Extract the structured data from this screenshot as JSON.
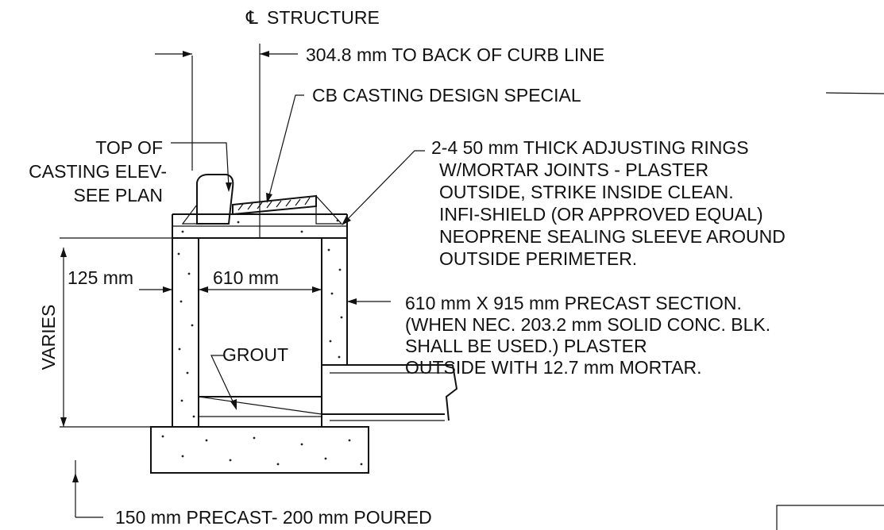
{
  "labels": {
    "structure_cl_symbol": "℄",
    "structure_cl": "STRUCTURE",
    "back_of_curb": "304.8 mm TO BACK OF CURB LINE",
    "cb_casting": "CB CASTING DESIGN SPECIAL",
    "top_casting_1": "TOP OF",
    "top_casting_2": "CASTING ELEV-",
    "top_casting_3": "SEE PLAN",
    "rings_1": "2-4 50 mm THICK ADJUSTING RINGS",
    "rings_2": "W/MORTAR JOINTS - PLASTER",
    "rings_3": "OUTSIDE, STRIKE INSIDE CLEAN.",
    "rings_4": "INFI-SHIELD (OR APPROVED EQUAL)",
    "rings_5": "NEOPRENE SEALING SLEEVE AROUND",
    "rings_6": "OUTSIDE PERIMETER.",
    "wall_thickness": "125 mm",
    "inside_width": "610 mm",
    "precast_1": "610 mm X 915 mm PRECAST SECTION.",
    "precast_2": "(WHEN NEC. 203.2 mm SOLID CONC. BLK.",
    "precast_3": "SHALL BE USED.)  PLASTER",
    "precast_4": "OUTSIDE WITH 12.7 mm MORTAR.",
    "varies": "VARIES",
    "grout": "GROUT",
    "base": "150 mm PRECAST- 200 mm POURED"
  }
}
